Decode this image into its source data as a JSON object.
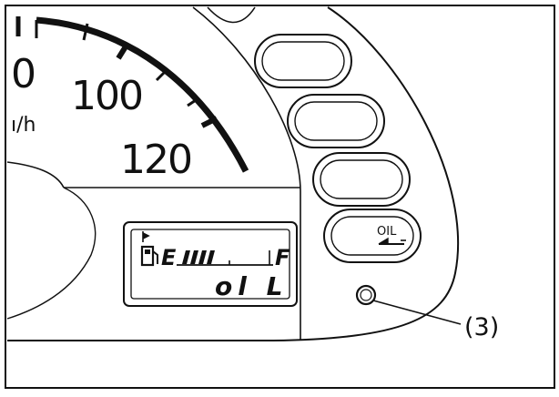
{
  "speedometer": {
    "partial_number": "0",
    "label_100": "100",
    "label_120": "120",
    "unit_partial": "ı/h"
  },
  "lcd": {
    "fuel_empty": "E",
    "fuel_full": "F",
    "fuel_bars_lit": 4,
    "message": "ol L"
  },
  "buttons": {
    "oil_label": "OIL"
  },
  "callout": {
    "label": "(3)"
  },
  "colors": {
    "ink": "#111111",
    "panel": "#ffffff"
  }
}
